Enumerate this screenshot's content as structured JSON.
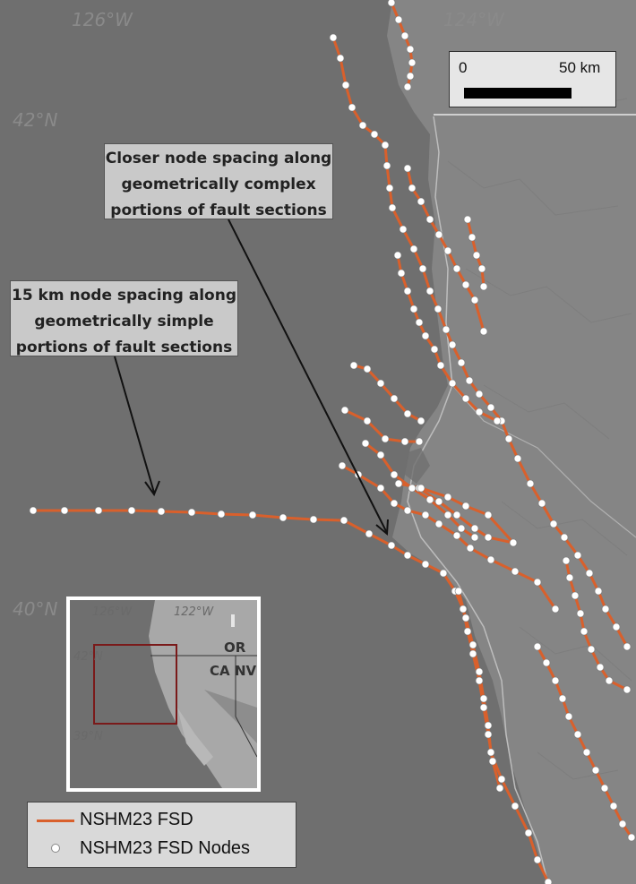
{
  "graticule": {
    "lon_126": "126°W",
    "lon_124": "124°W",
    "lat_42": "42°N",
    "lat_40": "40°N"
  },
  "scale": {
    "start": "0",
    "end": "50 km"
  },
  "callouts": {
    "complex": "Closer node spacing along\ngeometrically complex\nportions of fault sections",
    "simple": "15 km node spacing along\ngeometrically simple\nportions of fault sections"
  },
  "inset": {
    "lon_126": "126°W",
    "lon_122": "122°W",
    "lat_42": "42°N",
    "lat_39": "39°N",
    "or": "OR",
    "ca": "CA",
    "nv": "NV"
  },
  "legend": {
    "fsd": "NSHM23 FSD",
    "nodes": "NSHM23 FSD Nodes"
  },
  "colors": {
    "ocean": "#6f6f6f",
    "fault": "#d9602c",
    "node": "#ffffff",
    "land": "#8c8c8c",
    "inset_box": "#7a1a1a"
  }
}
